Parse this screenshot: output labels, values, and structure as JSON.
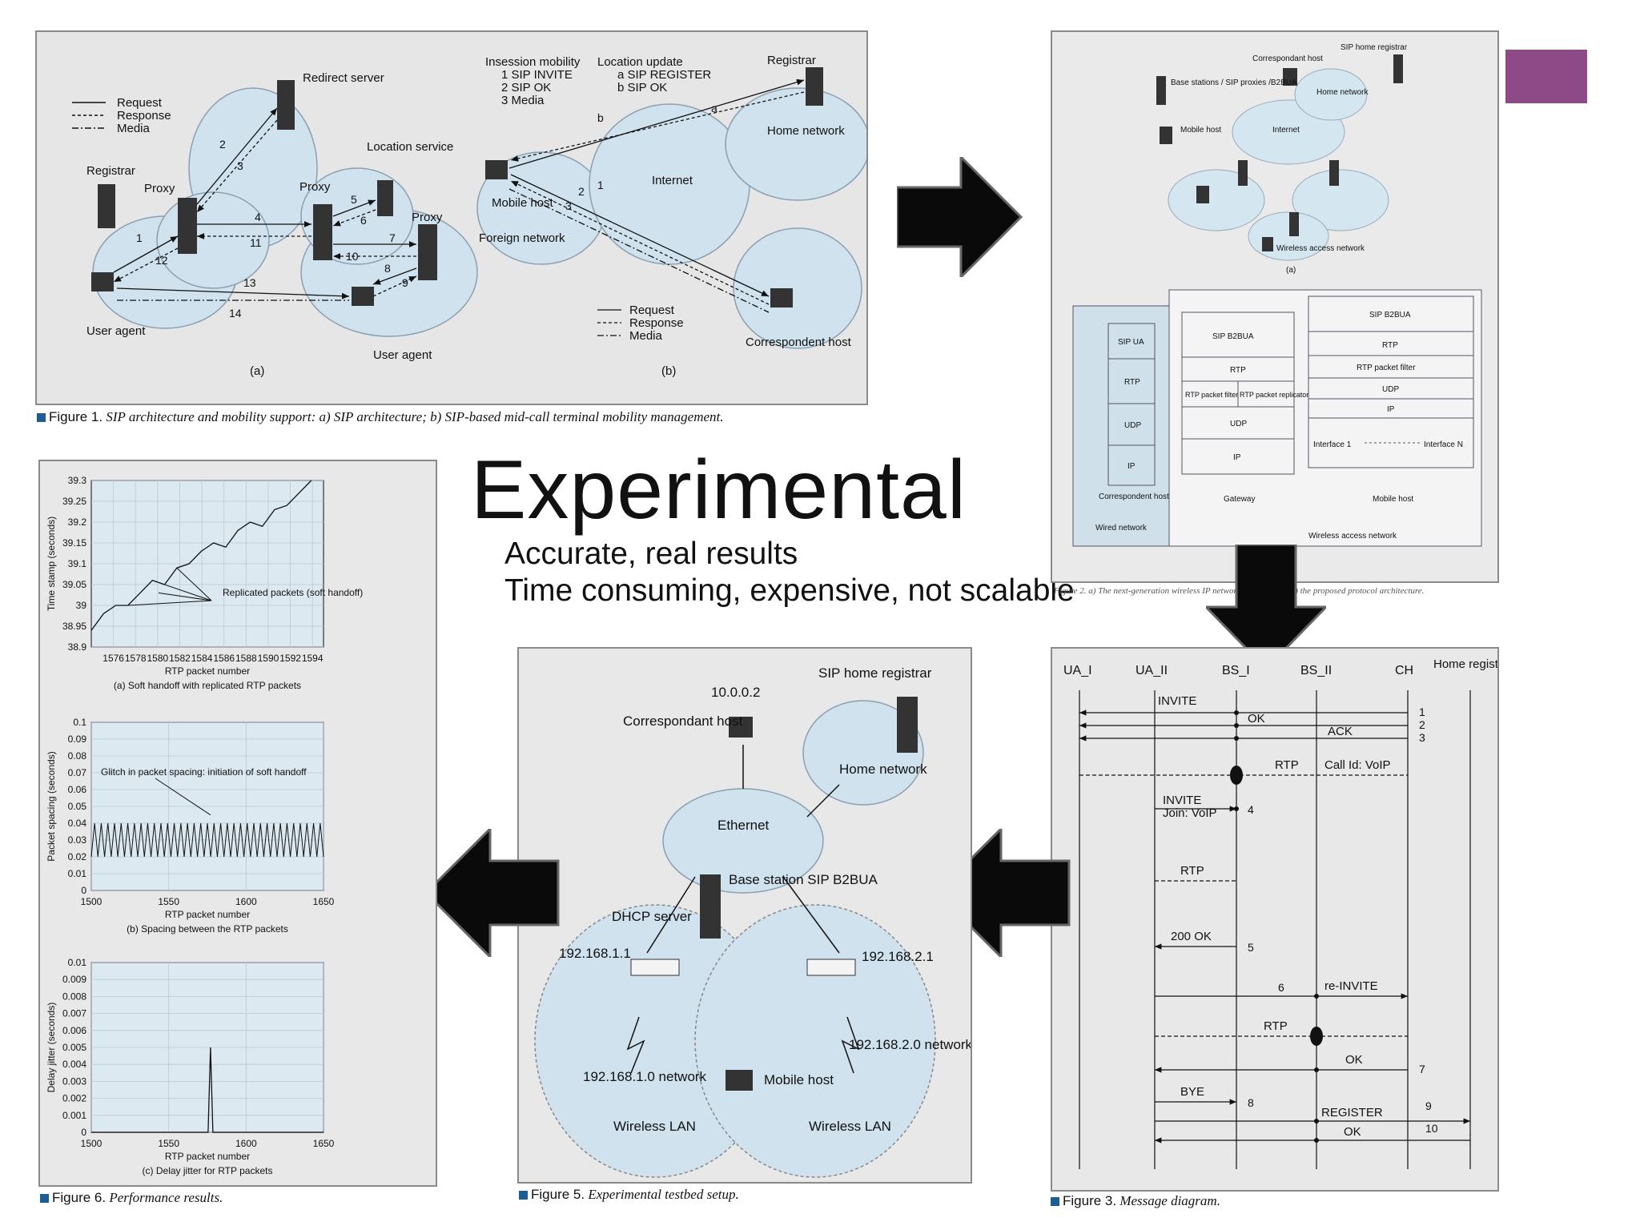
{
  "slide": {
    "title": "Experimental",
    "bullets": [
      "Accurate, real results",
      "Time consuming, expensive, not scalable"
    ],
    "accent_color": "#8d4a86"
  },
  "figure1": {
    "caption_label": "Figure 1.",
    "caption_text": "SIP architecture and mobility support: a) SIP architecture; b) SIP-based mid-call terminal mobility management.",
    "legend": [
      "Request",
      "Response",
      "Media"
    ],
    "a": {
      "sublabel": "(a)",
      "nodes": {
        "redirect": "Redirect server",
        "location": "Location service",
        "registrar": "Registrar",
        "proxy": "Proxy",
        "user_agent": "User agent"
      },
      "numbers": [
        "1",
        "2",
        "3",
        "4",
        "5",
        "6",
        "7",
        "8",
        "9",
        "10",
        "11",
        "12",
        "13",
        "14"
      ]
    },
    "b": {
      "sublabel": "(b)",
      "insession_title": "Insession mobility",
      "insession": [
        "1  SIP INVITE",
        "2  SIP OK",
        "3  Media"
      ],
      "location_title": "Location update",
      "location": [
        "a  SIP REGISTER",
        "b  SIP OK"
      ],
      "nodes": {
        "registrar": "Registrar",
        "home": "Home network",
        "internet": "Internet",
        "mobile": "Mobile host",
        "foreign": "Foreign network",
        "correspondent": "Correspondent host"
      },
      "numbers": [
        "1",
        "2",
        "3",
        "a",
        "b"
      ]
    }
  },
  "figure2": {
    "caption_text": "Figure 2. a) The next-generation wireless IP network architecture; b) the proposed protocol architecture.",
    "a": {
      "sublabel": "(a)",
      "labels": {
        "bs": "Base stations / SIP proxies /B2BUA",
        "mobile": "Mobile host",
        "internet": "Internet",
        "correspondent": "Correspondant host",
        "sip_home": "SIP home registrar",
        "home": "Home network",
        "wan": "Wireless access network"
      }
    },
    "b": {
      "correspondent_stack": [
        "SIP UA",
        "RTP",
        "UDP",
        "IP"
      ],
      "correspondent_label": "Correspondent host",
      "wired_label": "Wired network",
      "gateway_stack": [
        "SIP B2BUA",
        "RTP",
        "RTP packet filter",
        "RTP packet replicator",
        "UDP",
        "IP"
      ],
      "gateway_label": "Gateway",
      "mobile_stack": [
        "SIP B2BUA",
        "RTP",
        "RTP packet filter",
        "UDP",
        "IP",
        "Interface 1",
        "Interface N"
      ],
      "mobile_label": "Mobile host",
      "wan_label": "Wireless access network"
    }
  },
  "figure3": {
    "caption_label": "Figure 3.",
    "caption_text": "Message diagram.",
    "columns": [
      "UA_I",
      "UA_II",
      "BS_I",
      "BS_II",
      "CH",
      "Home registrar"
    ],
    "messages": [
      "INVITE",
      "OK",
      "ACK",
      "RTP",
      "Call Id: VoIP",
      "INVITE",
      "Join: VoIP",
      "RTP",
      "200 OK",
      "re-INVITE",
      "RTP",
      "OK",
      "BYE",
      "REGISTER",
      "OK"
    ],
    "numbers": [
      "1",
      "2",
      "3",
      "4",
      "5",
      "6",
      "7",
      "8",
      "9",
      "10"
    ]
  },
  "figure5": {
    "caption_label": "Figure 5.",
    "caption_text": "Experimental testbed setup.",
    "labels": {
      "ip_ch": "10.0.0.2",
      "correspondent": "Correspondant host",
      "sip_home": "SIP home registrar",
      "home": "Home network",
      "ethernet": "Ethernet",
      "bs": "Base station SIP B2BUA",
      "dhcp": "DHCP server",
      "ip1": "192.168.1.1",
      "ip2": "192.168.2.1",
      "net1": "192.168.1.0 network",
      "net2": "192.168.2.0 network",
      "mobile": "Mobile host",
      "wlan1": "Wireless LAN",
      "wlan2": "Wireless LAN"
    }
  },
  "figure6": {
    "caption_label": "Figure 6.",
    "caption_text": "Performance results.",
    "charts": [
      {
        "type": "line",
        "title": "(a) Soft handoff with replicated RTP packets",
        "xlabel": "RTP packet number",
        "ylabel": "Time stamp (seconds)",
        "xticks": [
          "1576",
          "1578",
          "1580",
          "1582",
          "1584",
          "1586",
          "1588",
          "1590",
          "1592",
          "1594"
        ],
        "yticks": [
          "39.3",
          "39.25",
          "39.2",
          "39.15",
          "39.1",
          "39.05",
          "39",
          "38.95",
          "38.9"
        ],
        "annotation": "Replicated packets (soft handoff)"
      },
      {
        "type": "line",
        "title": "(b) Spacing between the RTP packets",
        "xlabel": "RTP packet number",
        "ylabel": "Packet spacing (seconds)",
        "xticks": [
          "1500",
          "1550",
          "1600",
          "1650"
        ],
        "yticks": [
          "0.1",
          "0.09",
          "0.08",
          "0.07",
          "0.06",
          "0.05",
          "0.04",
          "0.03",
          "0.02",
          "0.01",
          "0"
        ],
        "annotation": "Glitch in packet spacing: initiation of soft handoff"
      },
      {
        "type": "line",
        "title": "(c) Delay jitter for RTP packets",
        "xlabel": "RTP packet number",
        "ylabel": "Delay jitter (seconds)",
        "xticks": [
          "1500",
          "1550",
          "1600",
          "1650"
        ],
        "yticks": [
          "0.01",
          "0.009",
          "0.008",
          "0.007",
          "0.006",
          "0.005",
          "0.004",
          "0.003",
          "0.002",
          "0.001",
          "0"
        ]
      }
    ]
  },
  "chart_data": [
    {
      "type": "line",
      "title": "(a) Soft handoff with replicated RTP packets",
      "xlabel": "RTP packet number",
      "ylabel": "Time stamp (seconds)",
      "xlim": [
        1575,
        1594
      ],
      "ylim": [
        38.9,
        39.3
      ],
      "x": [
        1575,
        1576,
        1577,
        1578,
        1579,
        1580,
        1581,
        1582,
        1583,
        1584,
        1585,
        1586,
        1587,
        1588,
        1589,
        1590,
        1591,
        1592,
        1593
      ],
      "values": [
        38.94,
        38.98,
        39.0,
        39.0,
        39.03,
        39.06,
        39.05,
        39.09,
        39.1,
        39.13,
        39.15,
        39.14,
        39.18,
        39.2,
        39.19,
        39.23,
        39.24,
        39.27,
        39.3
      ]
    },
    {
      "type": "line",
      "title": "(b) Spacing between the RTP packets",
      "xlabel": "RTP packet number",
      "ylabel": "Packet spacing (seconds)",
      "xlim": [
        1500,
        1650
      ],
      "ylim": [
        0,
        0.1
      ],
      "baseline_range": [
        0.02,
        0.04
      ],
      "glitch": {
        "x": 1577,
        "y": 0.043
      }
    },
    {
      "type": "line",
      "title": "(c) Delay jitter for RTP packets",
      "xlabel": "RTP packet number",
      "ylabel": "Delay jitter (seconds)",
      "xlim": [
        1500,
        1650
      ],
      "ylim": [
        0,
        0.01
      ],
      "spike": {
        "x": 1577,
        "y": 0.005
      }
    }
  ]
}
